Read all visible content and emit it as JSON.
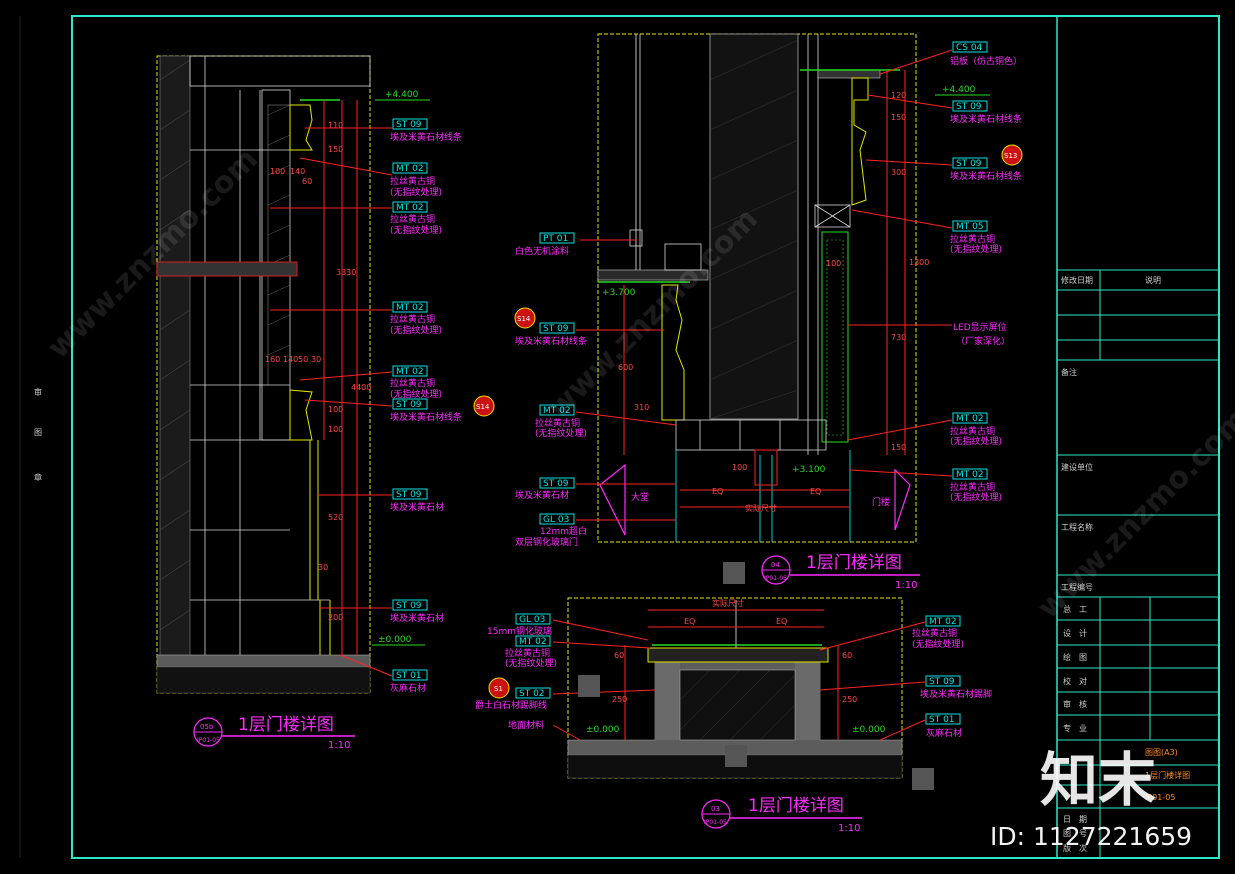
{
  "titleblock": {
    "rows": [
      "修改日期",
      "说明",
      "备注",
      "建设单位",
      "工程名称",
      "工程编号"
    ],
    "sign_rows": [
      "总　工",
      "设　计",
      "绘　图",
      "校　对",
      "审　核",
      "专　业"
    ],
    "sheet_size": "图图(A3)",
    "sheet_title": "1层门楼详图",
    "sheet_no": "IP01-05",
    "date_rows": [
      "日　期",
      "图　号",
      "版　次"
    ]
  },
  "left_view": {
    "title": "1层门楼详图",
    "scale": "1:10",
    "sym_no": "05b",
    "sym_ref": "IP01-05",
    "level_top": "+4.400",
    "level_bottom": "±0.000",
    "dims": [
      "110",
      "150",
      "100",
      "140",
      "60",
      "3330",
      "4400",
      "160",
      "140",
      "50",
      "30",
      "100",
      "100",
      "520",
      "30",
      "200"
    ],
    "labels": [
      {
        "code": "ST 09",
        "text": "埃及米黄石材线条"
      },
      {
        "code": "MT 02",
        "text": "拉丝黄古铜\n(无指纹处理)"
      },
      {
        "code": "MT 02",
        "text": "拉丝黄古铜\n(无指纹处理)"
      },
      {
        "code": "MT 02",
        "text": "拉丝黄古铜\n(无指纹处理)"
      },
      {
        "code": "MT 02",
        "text": "拉丝黄古铜\n(无指纹处理)"
      },
      {
        "code": "ST 09",
        "text": "埃及米黄石材线条"
      },
      {
        "code": "ST 09",
        "text": "埃及米黄石材"
      },
      {
        "code": "ST 09",
        "text": "埃及米黄石材"
      },
      {
        "code": "ST 01",
        "text": "灰麻石材"
      }
    ],
    "callout": "S14"
  },
  "right_view": {
    "title": "1层门楼详图",
    "scale": "1:10",
    "sym_no": "04",
    "sym_ref": "IP01-05",
    "level_top": "+4.400",
    "level_mid": "+3.700",
    "level_door": "+3.100",
    "labels": [
      {
        "code": "CS 04",
        "text": "铝板（仿古铜色）"
      },
      {
        "code": "ST 09",
        "text": "埃及米黄石材线条"
      },
      {
        "code": "ST 09",
        "text": "埃及米黄石材线条"
      },
      {
        "code": "MT 05",
        "text": "拉丝黄古铜\n(无指纹处理)"
      },
      {
        "code": "",
        "text": "LED显示屏位\n（厂家深化）"
      },
      {
        "code": "MT 02",
        "text": "拉丝黄古铜\n(无指纹处理)"
      },
      {
        "code": "MT 02",
        "text": "拉丝黄古铜\n(无指纹处理)"
      },
      {
        "code": "PT 01",
        "text": "白色无机涂料"
      },
      {
        "code": "ST 09",
        "text": "埃及米黄石材线条"
      },
      {
        "code": "MT 02",
        "text": "拉丝黄古铜\n(无指纹处理)"
      },
      {
        "code": "ST 09",
        "text": "埃及米黄石材"
      },
      {
        "code": "GL 03",
        "text": "12mm超白\n双层钢化玻璃门"
      }
    ],
    "dims": [
      "120",
      "150",
      "300",
      "1300",
      "730",
      "150",
      "100",
      "600",
      "310",
      "100",
      "EQ",
      "EQ",
      "实际尺寸"
    ],
    "room_left": "大堂",
    "room_right": "门楼",
    "callouts": [
      "S13",
      "S14"
    ]
  },
  "bottom_view": {
    "title": "1层门楼详图",
    "scale": "1:10",
    "sym_no": "03",
    "sym_ref": "IP01-05",
    "level": "±0.000",
    "labels_left": [
      {
        "code": "GL 03",
        "text": "15mm钢化玻璃"
      },
      {
        "code": "MT 02",
        "text": "拉丝黄古铜\n(无指纹处理)"
      },
      {
        "code": "ST 02",
        "text": "爵士白石材踢脚线"
      },
      {
        "code": "",
        "text": "地面材料"
      }
    ],
    "labels_right": [
      {
        "code": "MT 02",
        "text": "拉丝黄古铜\n(无指纹处理)"
      },
      {
        "code": "ST 09",
        "text": "埃及米黄石材踢脚"
      },
      {
        "code": "ST 01",
        "text": "灰麻石材"
      }
    ],
    "dims": [
      "实际尺寸",
      "EQ",
      "EQ",
      "60",
      "250",
      "60",
      "250"
    ],
    "callout": "S1"
  },
  "watermark": {
    "brand": "知末",
    "id_text": "ID: 1127221659",
    "site": "www.znzmo.com"
  }
}
